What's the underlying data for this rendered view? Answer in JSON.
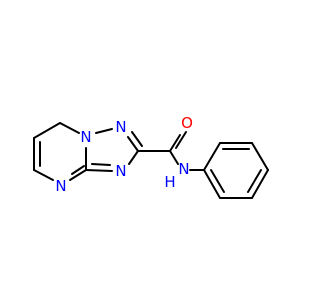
{
  "molecule": {
    "colors": {
      "bond": "#000000",
      "nitrogen": "#0000ff",
      "oxygen": "#ff0000",
      "background": "#ffffff"
    },
    "labels": {
      "n1": "N",
      "n2": "N",
      "n3": "N",
      "n4": "N",
      "o1": "O",
      "nh": "N",
      "h": "H"
    }
  }
}
